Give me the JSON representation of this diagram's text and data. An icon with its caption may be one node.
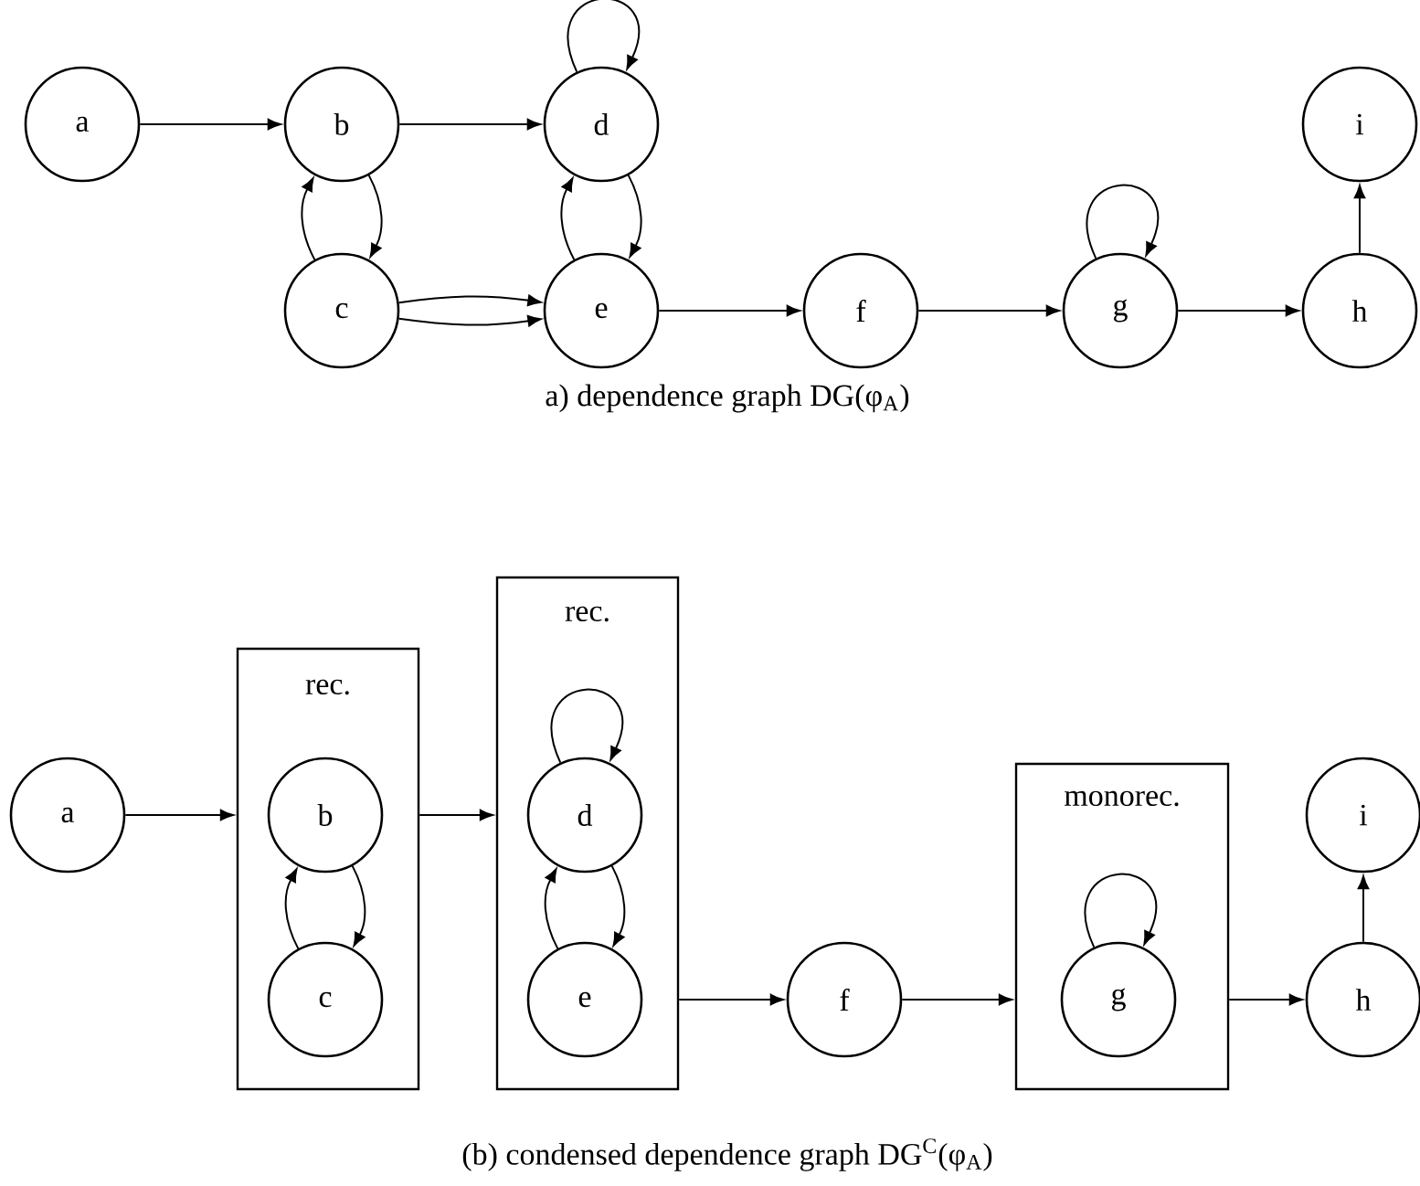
{
  "diagram": {
    "nodes": [
      {
        "text": [
          "a"
        ]
      },
      {
        "text": [
          "b"
        ]
      },
      {
        "text": [
          "c"
        ]
      },
      {
        "text": [
          "d"
        ]
      },
      {
        "text": [
          "e"
        ]
      },
      {
        "text": [
          "f"
        ]
      },
      {
        "text": [
          "g"
        ]
      },
      {
        "text": [
          "h"
        ]
      },
      {
        "text": [
          "i"
        ]
      },
      {
        "text": [
          "a"
        ]
      },
      {
        "text": [
          "rec."
        ]
      },
      {
        "text": [
          "b"
        ],
        "in": 10
      },
      {
        "text": [
          "c"
        ],
        "in": 10
      },
      {
        "text": [
          "rec."
        ]
      },
      {
        "text": [
          "d"
        ],
        "in": 13
      },
      {
        "text": [
          "e"
        ],
        "in": 13
      },
      {
        "text": [
          "f"
        ]
      },
      {
        "text": [
          "monorec."
        ]
      },
      {
        "text": [
          "g"
        ],
        "in": 17
      },
      {
        "text": [
          "h"
        ]
      },
      {
        "text": [
          "i"
        ]
      }
    ],
    "edges": [
      {
        "from": 0,
        "to": 1,
        "arrow": "to"
      },
      {
        "from": 1,
        "to": 3,
        "arrow": "to"
      },
      {
        "from": 1,
        "to": 2,
        "arrow": "to"
      },
      {
        "from": 2,
        "to": 1,
        "arrow": "to"
      },
      {
        "from": 3,
        "to": 3,
        "arrow": "to"
      },
      {
        "from": 3,
        "to": 4,
        "arrow": "to"
      },
      {
        "from": 4,
        "to": 3,
        "arrow": "to"
      },
      {
        "from": 2,
        "to": 4,
        "arrow": "to"
      },
      {
        "from": 2,
        "to": 4,
        "arrow": "to"
      },
      {
        "from": 4,
        "to": 5,
        "arrow": "to"
      },
      {
        "from": 5,
        "to": 6,
        "arrow": "to"
      },
      {
        "from": 6,
        "to": 6,
        "arrow": "to"
      },
      {
        "from": 6,
        "to": 7,
        "arrow": "to"
      },
      {
        "from": 7,
        "to": 8,
        "arrow": "to"
      },
      {
        "from": 9,
        "to": 10,
        "arrow": "to"
      },
      {
        "from": 10,
        "to": 13,
        "arrow": "to"
      },
      {
        "from": 11,
        "to": 12,
        "arrow": "to"
      },
      {
        "from": 12,
        "to": 11,
        "arrow": "to"
      },
      {
        "from": 14,
        "to": 14,
        "arrow": "to"
      },
      {
        "from": 14,
        "to": 15,
        "arrow": "to"
      },
      {
        "from": 15,
        "to": 14,
        "arrow": "to"
      },
      {
        "from": 13,
        "to": 16,
        "arrow": "to"
      },
      {
        "from": 16,
        "to": 17,
        "arrow": "to"
      },
      {
        "from": 18,
        "to": 18,
        "arrow": "to"
      },
      {
        "from": 17,
        "to": 19,
        "arrow": "to"
      },
      {
        "from": 19,
        "to": 20,
        "arrow": "to"
      }
    ],
    "labels": [
      "a) dependence graph DG(φ$_{A}$)",
      "(b) condensed dependence graph DG$^{C}$(φ$_{A}$)"
    ]
  }
}
